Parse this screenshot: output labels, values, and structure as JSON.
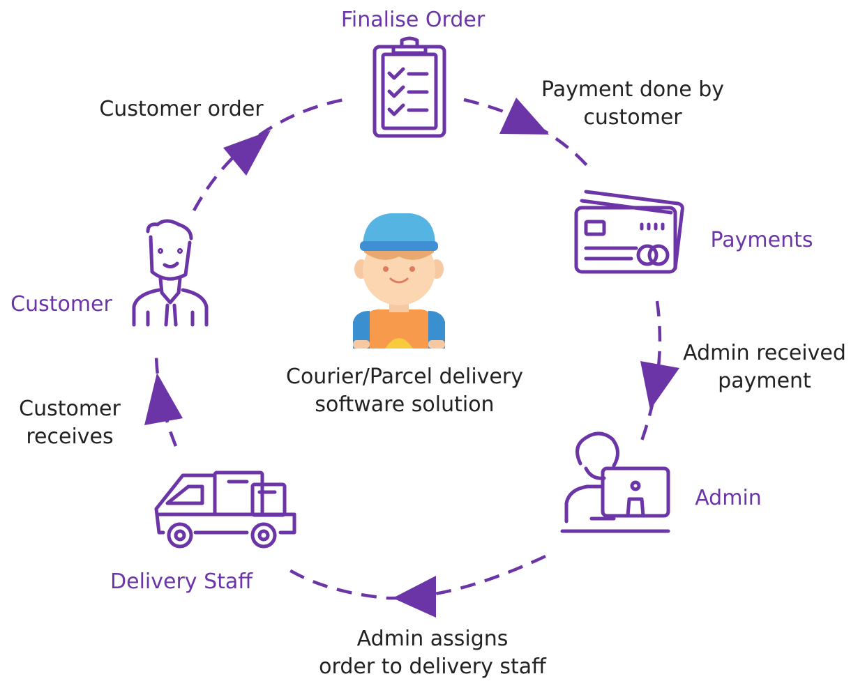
{
  "nodes": {
    "finalise_order": "Finalise Order",
    "payments": "Payments",
    "admin": "Admin",
    "delivery_staff": "Delivery Staff",
    "customer": "Customer"
  },
  "center": {
    "line1": "Courier/Parcel delivery",
    "line2": "software solution"
  },
  "edges": {
    "customer_order": "Customer order",
    "payment_done_1": "Payment done by",
    "payment_done_2": "customer",
    "admin_received_1": "Admin received",
    "admin_received_2": "payment",
    "admin_assigns_1": "Admin assigns",
    "admin_assigns_2": "order to delivery staff",
    "customer_receives_1": "Customer",
    "customer_receives_2": "receives"
  },
  "icons": {
    "finalise_order": "clipboard-checklist-icon",
    "payments": "credit-cards-icon",
    "admin": "person-at-computer-icon",
    "delivery_staff": "delivery-truck-icon",
    "customer": "customer-man-icon",
    "center": "courier-boy-icon"
  },
  "colors": {
    "accent": "#6b35a8",
    "text": "#222222"
  }
}
